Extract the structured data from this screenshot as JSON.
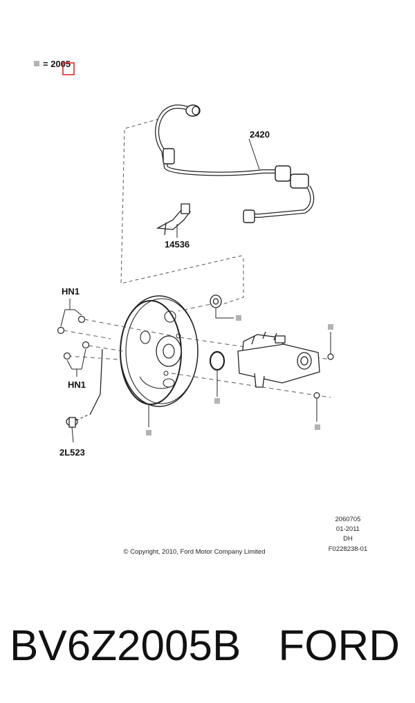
{
  "legend": {
    "equals_text": "= 2005",
    "marker_color": "#b3b3b3",
    "highlight_color": "#e0262b"
  },
  "callouts": {
    "brake_line": "2420",
    "sensor": "14536",
    "nuts_top": "HN1",
    "nuts_bottom": "HN1",
    "bolt": "2L523"
  },
  "info_block": {
    "line1": "2060705",
    "line2": "01-2011",
    "line3": "DH",
    "line4": "F0228238-01"
  },
  "copyright": "© Copyright, 2010, Ford Motor Company Limited",
  "title": {
    "part_number": "BV6Z2005B",
    "brand": "FORD"
  }
}
